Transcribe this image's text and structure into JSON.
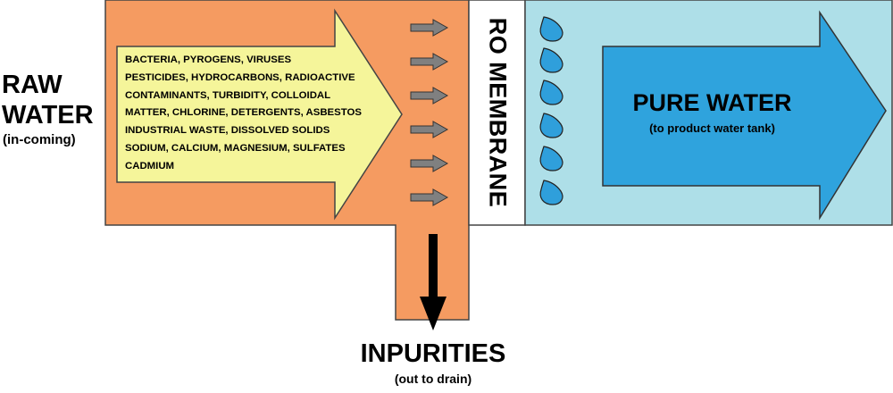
{
  "raw_water": {
    "title_line1": "RAW",
    "title_line2": "WATER",
    "subtitle": "(in-coming)"
  },
  "contaminants": [
    "BACTERIA, PYROGENS, VIRUSES",
    "PESTICIDES, HYDROCARBONS, RADIOACTIVE",
    "CONTAMINANTS, TURBIDITY, COLLOIDAL",
    "MATTER, CHLORINE, DETERGENTS, ASBESTOS",
    "INDUSTRIAL WASTE, DISSOLVED SOLIDS",
    "SODIUM, CALCIUM, MAGNESIUM, SULFATES",
    "CADMIUM"
  ],
  "membrane": {
    "label": "RO MEMBRANE"
  },
  "pure_water": {
    "title": "PURE WATER",
    "subtitle": "(to product water tank)"
  },
  "impurities": {
    "title": "INPURITIES",
    "subtitle": "(out to drain)"
  },
  "colors": {
    "raw_zone": "#F59B61",
    "contaminant_arrow": "#F5F59A",
    "pure_zone": "#AEDFE8",
    "pure_arrow": "#2FA3DD",
    "droplet": "#2F9FDB",
    "small_arrow": "#808080",
    "drain_arrow": "#000000"
  },
  "icons": {
    "flow_arrows": "small-right-arrow-icon",
    "droplets": "water-droplet-icon",
    "drain": "down-arrow-icon"
  }
}
